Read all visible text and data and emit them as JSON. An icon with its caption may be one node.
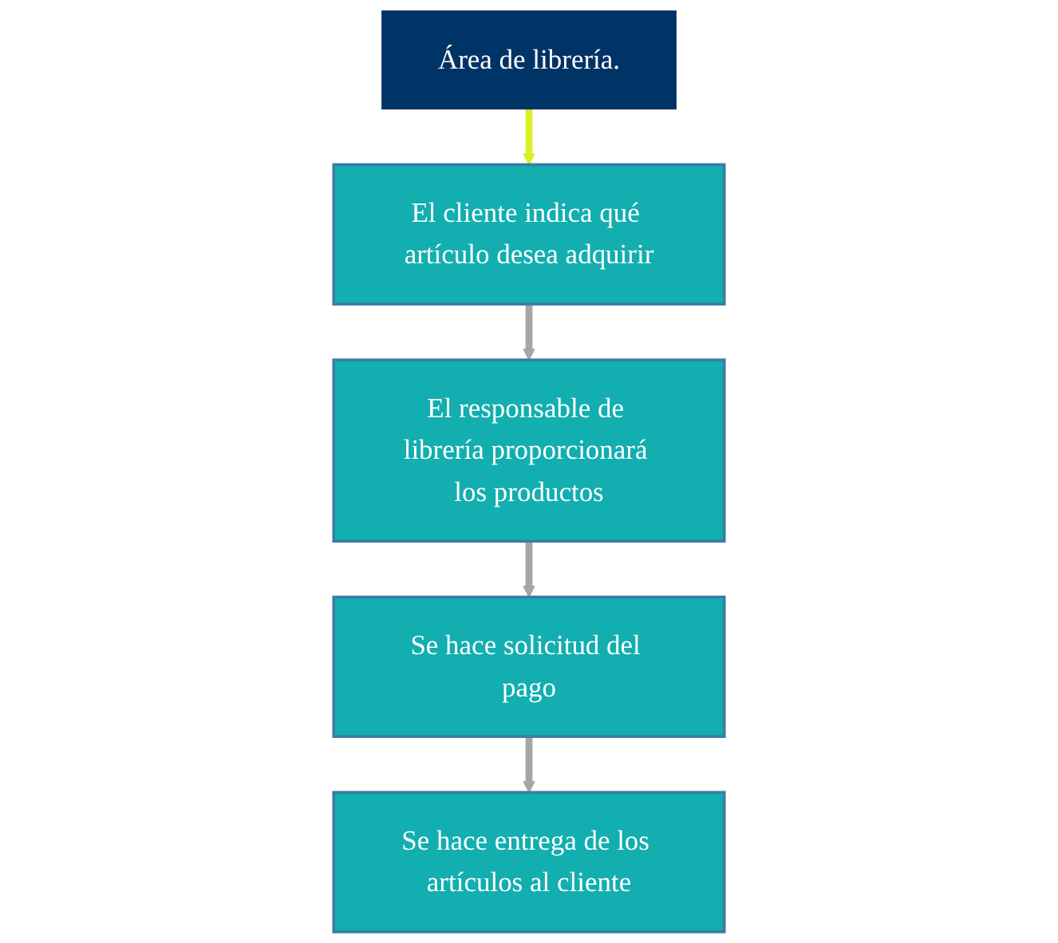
{
  "diagram": {
    "nodes": [
      {
        "text": [
          "Área de librería."
        ]
      },
      {
        "text": [
          "El cliente indica qué artículo desea adquirir"
        ]
      },
      {
        "text": [
          "El responsable de librería proporcionará los productos"
        ]
      },
      {
        "text": [
          "Se hace solicitud del pago"
        ]
      },
      {
        "text": [
          "Se hace entrega de los artículos al cliente"
        ]
      }
    ],
    "edges": [
      {
        "from": 0,
        "to": 1,
        "arrow": "to",
        "color": "#d9f021"
      },
      {
        "from": 1,
        "to": 2,
        "arrow": "to"
      },
      {
        "from": 2,
        "to": 3,
        "arrow": "to"
      },
      {
        "from": 3,
        "to": 4,
        "arrow": "to"
      }
    ]
  }
}
